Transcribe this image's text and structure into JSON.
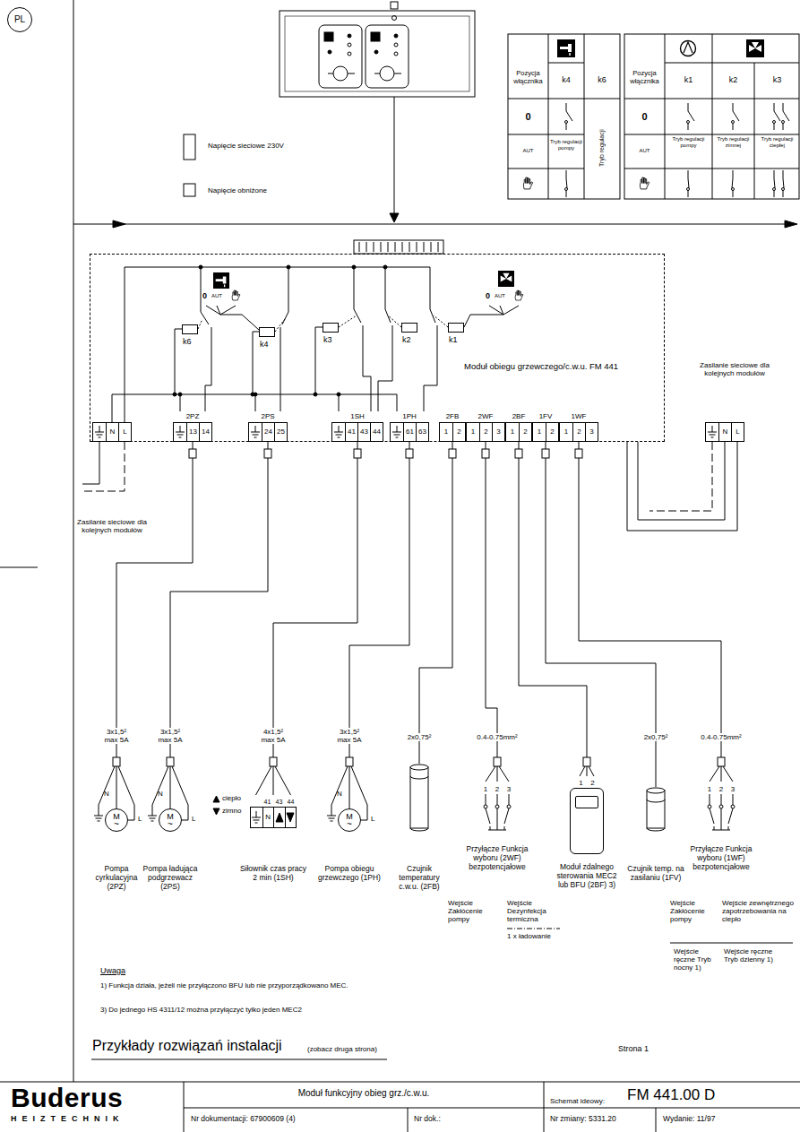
{
  "diagram": {
    "nodes": [
      {
        "text": [
          "PL"
        ]
      },
      {
        "text": [
          "Moduł obiegu grzewczego/c.w.u. FM 441"
        ]
      },
      {
        "text": [
          "k6"
        ],
        "in": 1
      },
      {
        "text": [
          "k4"
        ],
        "in": 1
      },
      {
        "text": [
          "k3"
        ],
        "in": 1
      },
      {
        "text": [
          "k2"
        ],
        "in": 1
      },
      {
        "text": [
          "k1"
        ],
        "in": 1
      },
      {
        "text": [
          "N",
          "L"
        ],
        "in": 1
      },
      {
        "text": [
          "2PZ",
          "13",
          "14"
        ],
        "in": 1
      },
      {
        "text": [
          "2PS",
          "24",
          "25"
        ],
        "in": 1
      },
      {
        "text": [
          "1SH",
          "41",
          "43",
          "44"
        ],
        "in": 1
      },
      {
        "text": [
          "1PH",
          "61",
          "63"
        ],
        "in": 1
      },
      {
        "text": [
          "2FB",
          "1",
          "2"
        ],
        "in": 1
      },
      {
        "text": [
          "2WF",
          "1",
          "2",
          "3"
        ],
        "in": 1
      },
      {
        "text": [
          "2BF",
          "1",
          "2"
        ],
        "in": 1
      },
      {
        "text": [
          "1FV",
          "1",
          "2"
        ],
        "in": 1
      },
      {
        "text": [
          "1WF",
          "1",
          "2",
          "3"
        ],
        "in": 1
      },
      {
        "text": [
          "N",
          "L"
        ]
      },
      {
        "text": [
          "M",
          "~",
          "Pompa cyrkulacyjna (2PZ)"
        ]
      },
      {
        "text": [
          "M",
          "~",
          "Pompa ładująca podgrzewacz (2PS)"
        ]
      },
      {
        "text": [
          "41",
          "43",
          "44",
          "N",
          "Siłownik czas pracy 2 min (1SH)"
        ]
      },
      {
        "text": [
          "M",
          "~",
          "Pompa obiegu grzewczego (1PH)"
        ]
      },
      {
        "text": [
          "Czujnik temperatury c.w.u. (2FB)"
        ]
      },
      {
        "text": [
          "1",
          "2",
          "3",
          "Przyłącze Funkcja wyboru (2WF) bezpotencjałowe"
        ]
      },
      {
        "text": [
          "1",
          "2",
          "Moduł zdalnego sterowania MEC2 lub BFU (2BF) 3)"
        ]
      },
      {
        "text": [
          "Czujnik temp. na zasilaniu (1FV)"
        ]
      },
      {
        "text": [
          "1",
          "2",
          "3",
          "Przyłącze Funkcja wyboru (1WF) bezpotencjałowe"
        ]
      }
    ],
    "edges": [
      {
        "from": 8,
        "to": 18,
        "arrow": "none"
      },
      {
        "from": 9,
        "to": 19,
        "arrow": "none"
      },
      {
        "from": 10,
        "to": 20,
        "arrow": "none"
      },
      {
        "from": 11,
        "to": 21,
        "arrow": "none"
      },
      {
        "from": 12,
        "to": 22,
        "arrow": "none"
      },
      {
        "from": 13,
        "to": 23,
        "arrow": "none"
      },
      {
        "from": 14,
        "to": 24,
        "arrow": "none"
      },
      {
        "from": 15,
        "to": 25,
        "arrow": "none"
      },
      {
        "from": 16,
        "to": 26,
        "arrow": "none"
      },
      {
        "from": 1,
        "to": 17,
        "arrow": "none"
      }
    ],
    "labels": [
      "Pozycja włącznika",
      "k4",
      "k6",
      "0",
      "AUT",
      "Tryb regulacji pompy",
      "Tryb regulacji",
      "Pozycja włącznika",
      "k1",
      "k2",
      "k3",
      "0",
      "AUT",
      "Tryb regulacji pompy",
      "Tryb regulacji zimnej",
      "Tryb regulacji ciepłej",
      "0",
      "AUT",
      "0",
      "AUT",
      "Zasilanie sieciowe dla kolejnych modułów",
      "Zasilanie sieciowe dla kolejnych modułów",
      "3x1,5² max 5A",
      "3x1,5² max 5A",
      "4x1,5² max 5A",
      "3x1,5² max 5A",
      "2x0,75²",
      "0.4-0.75mm²",
      "2x0,75²",
      "0.4-0.75mm²",
      "N",
      "L",
      "N",
      "L",
      "N",
      "L",
      "ciepło",
      "zimno",
      "Wejście Zakłócenie pompy",
      "Wejście Dezynfekcja termiczna",
      "1 x ładowanie",
      "Wejście Zakłócenie pompy",
      "Wejście zewnętrznego zapotrzebowania na ciepło",
      "Wejście ręczne Tryb nocny 1)",
      "Wejście ręczne Tryb dzienny 1)",
      "Uwaga",
      "1) Funkcja działa, jeżeli nie przyłączono BFU lub nie przyporządkowano MEC.",
      "3) Do jednego HS 4311/12 można przyłączyć tylko jeden MEC2",
      "Przykłady rozwiązań instalacji",
      "(zobacz druga strona)",
      "Strona 1",
      "Buderus",
      "HEIZTECHNIK",
      "Moduł funkcyjny obieg grz./c.w.u.",
      "Schemat ideowy:",
      "FM 441.00 D",
      "Nr dokumentacji: 67900609 (4)",
      "Nr dok.:",
      "Nr zmiany: 5331.20",
      "Wydanie: 11/97"
    ],
    "legend": [
      {
        "text": "Napięcie sieciowe 230V"
      },
      {
        "text": "Napięcie obniżone"
      }
    ]
  }
}
